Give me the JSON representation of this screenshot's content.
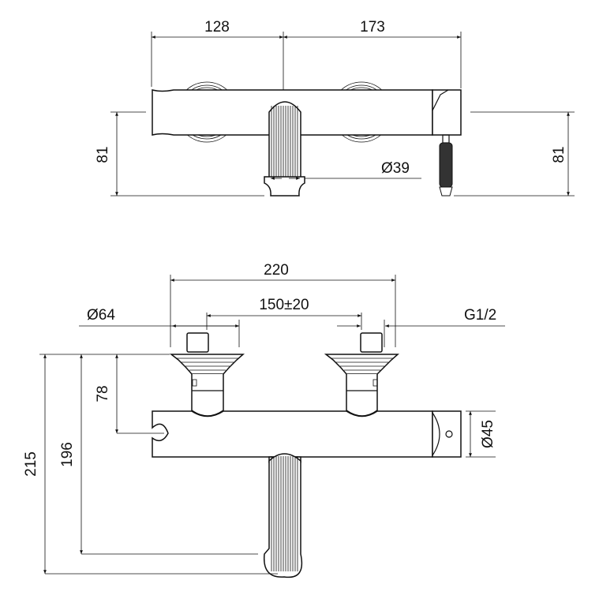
{
  "top_view": {
    "dim_left_width": "128",
    "dim_right_width": "173",
    "dim_left_height": "81",
    "dim_right_height": "81",
    "dim_spout_diameter": "Ø39"
  },
  "front_view": {
    "dim_total_width": "220",
    "dim_centers": "150±20",
    "dim_flange_diameter": "Ø64",
    "dim_thread": "G1/2",
    "dim_hook_height": "78",
    "dim_body_diameter": "Ø45",
    "dim_spout_height": "196",
    "dim_total_height": "215"
  },
  "colors": {
    "line": "#111111",
    "background": "#ffffff"
  }
}
